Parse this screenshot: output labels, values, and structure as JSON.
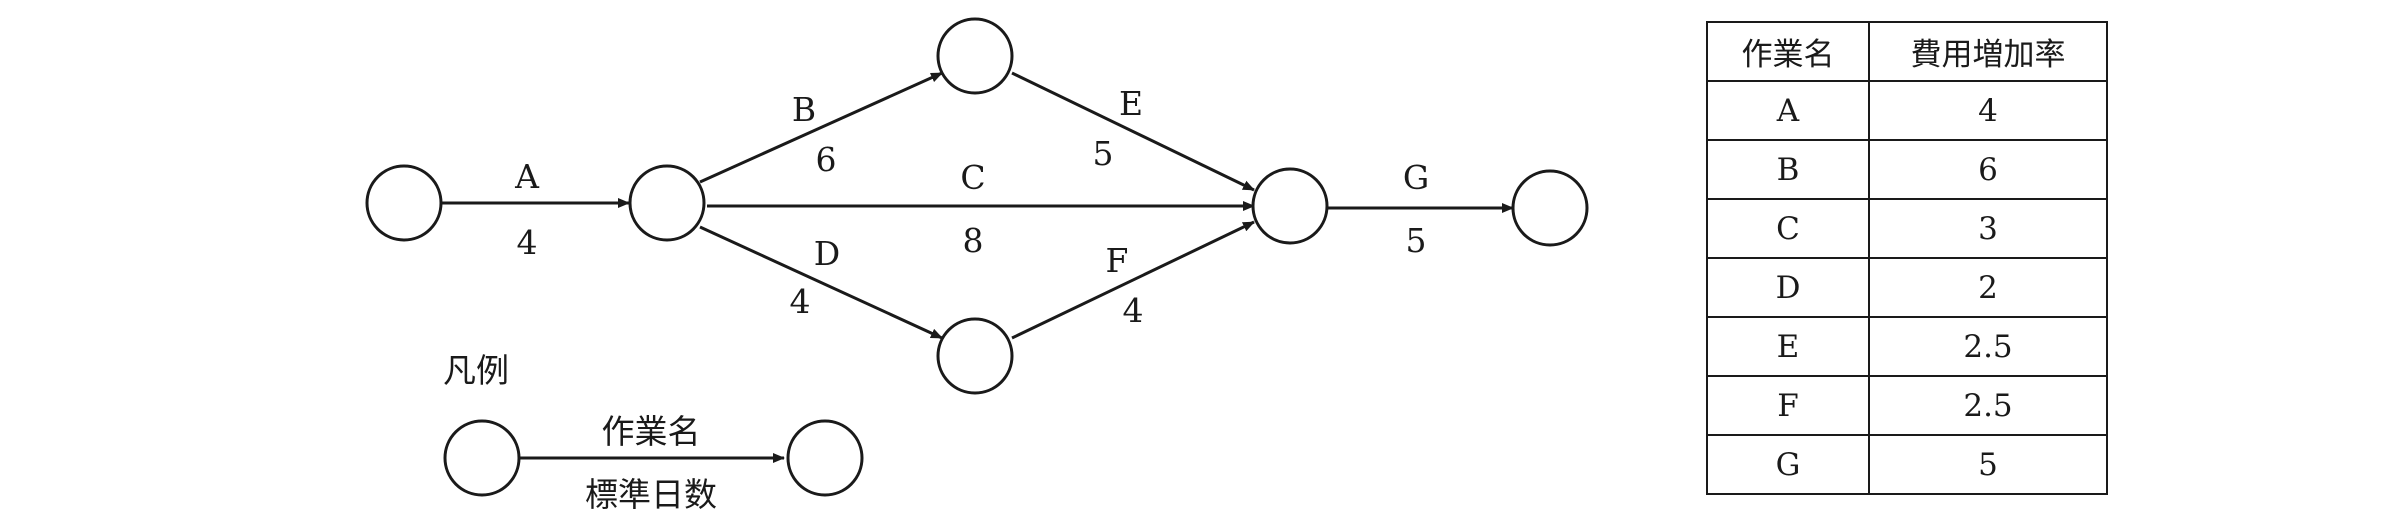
{
  "diagram": {
    "edges": [
      {
        "id": "A",
        "name": "A",
        "days": "4"
      },
      {
        "id": "B",
        "name": "B",
        "days": "6"
      },
      {
        "id": "C",
        "name": "C",
        "days": "8"
      },
      {
        "id": "D",
        "name": "D",
        "days": "4"
      },
      {
        "id": "E",
        "name": "E",
        "days": "5"
      },
      {
        "id": "F",
        "name": "F",
        "days": "4"
      },
      {
        "id": "G",
        "name": "G",
        "days": "5"
      }
    ],
    "legend": {
      "title": "凡例",
      "name_label": "作業名",
      "days_label": "標準日数"
    }
  },
  "table": {
    "headers": [
      "作業名",
      "費用増加率"
    ],
    "rows": [
      {
        "task": "A",
        "rate": "4"
      },
      {
        "task": "B",
        "rate": "6"
      },
      {
        "task": "C",
        "rate": "3"
      },
      {
        "task": "D",
        "rate": "2"
      },
      {
        "task": "E",
        "rate": "2.5"
      },
      {
        "task": "F",
        "rate": "2.5"
      },
      {
        "task": "G",
        "rate": "5"
      }
    ]
  }
}
